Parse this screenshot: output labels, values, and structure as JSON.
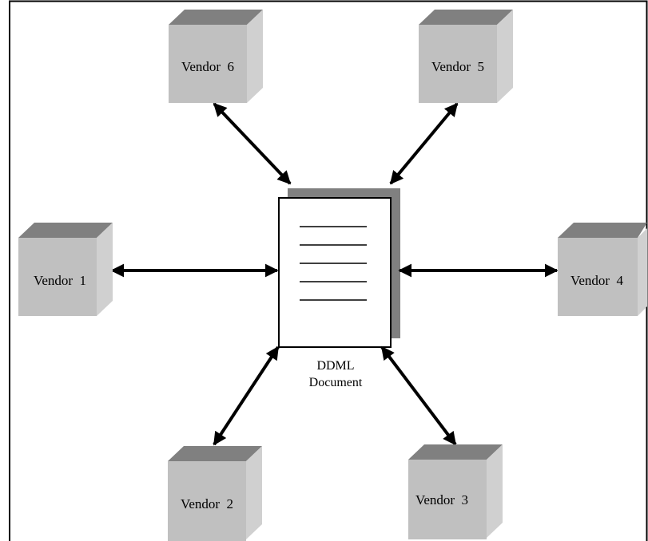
{
  "colors": {
    "frame": "#000000",
    "background": "#ffffff",
    "cube_front": "#c0c0c0",
    "cube_top": "#808080",
    "cube_side": "#d0d0d0",
    "document_shadow": "#808080",
    "arrow": "#000000"
  },
  "document": {
    "caption_line1": "DDML",
    "caption_line2": "Document",
    "text_lines": 5
  },
  "vendors": [
    {
      "id": "1",
      "label": "Vendor  1"
    },
    {
      "id": "2",
      "label": "Vendor  2"
    },
    {
      "id": "3",
      "label": "Vendor  3"
    },
    {
      "id": "4",
      "label": "Vendor  4"
    },
    {
      "id": "5",
      "label": "Vendor  5"
    },
    {
      "id": "6",
      "label": "Vendor  6"
    }
  ]
}
